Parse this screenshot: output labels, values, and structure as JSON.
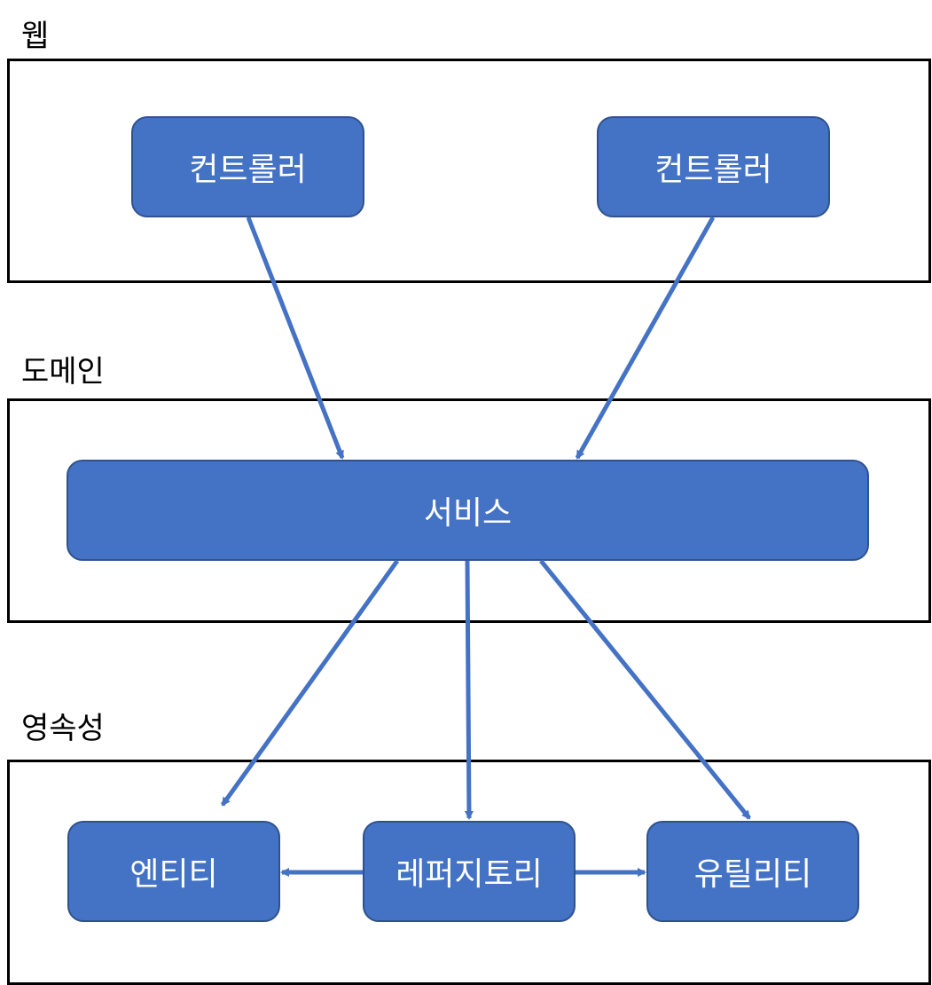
{
  "layers": {
    "web": "웹",
    "domain": "도메인",
    "persistence": "영속성"
  },
  "nodes": {
    "controller_1": "컨트롤러",
    "controller_2": "컨트롤러",
    "service": "서비스",
    "entity": "엔티티",
    "repository": "레퍼지토리",
    "utility": "유틸리티"
  },
  "colors": {
    "node_fill": "#4472c4",
    "node_border": "#2f528f",
    "arrow": "#4472c4",
    "layer_border": "#000000"
  }
}
